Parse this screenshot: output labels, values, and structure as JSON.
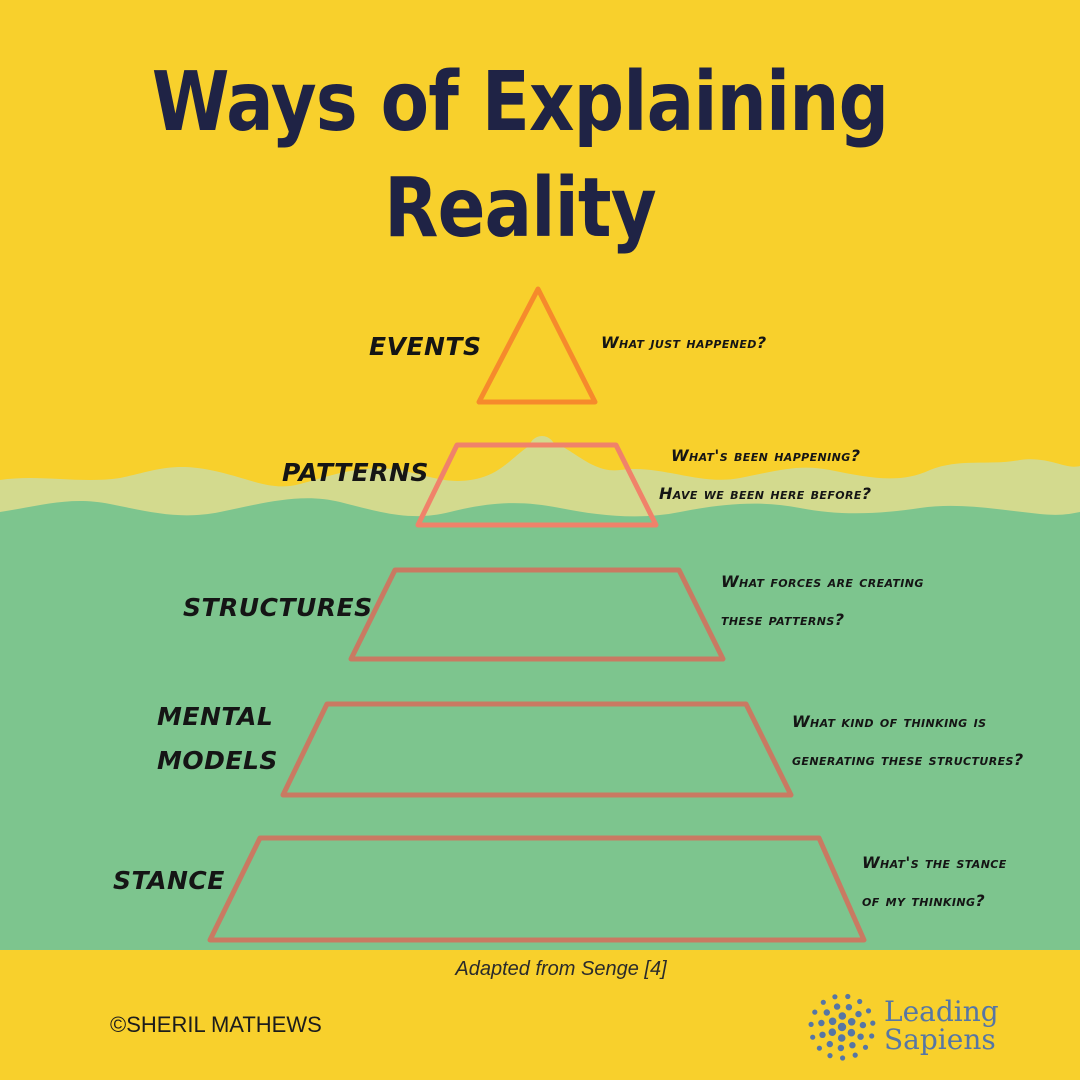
{
  "title": {
    "line1": "Ways of Explaining",
    "line2": "Reality"
  },
  "levels": [
    {
      "label": "EVENTS",
      "questions": [
        "What just happened?"
      ]
    },
    {
      "label": "PATTERNS",
      "questions": [
        "What's been happening?",
        "Have we been here before?"
      ]
    },
    {
      "label": "STRUCTURES",
      "questions": [
        "What forces are creating",
        "these patterns?"
      ]
    },
    {
      "label_lines": [
        "MENTAL",
        "MODELS"
      ],
      "questions": [
        "What kind of thinking is",
        "generating these structures?"
      ]
    },
    {
      "label": "STANCE",
      "questions": [
        "What's the stance",
        "of my thinking?"
      ]
    }
  ],
  "caption": "Adapted from Senge [4]",
  "copyright": "©SHERIL MATHEWS",
  "brand": {
    "line1": "Leading",
    "line2": "Sapiens",
    "icon": "dot-cluster-logo"
  },
  "colors": {
    "background": "#f8d02c",
    "water": "#7dc58e",
    "water_surface": "#d3da8e",
    "outline": "#c97a62",
    "events_outline": "#f68a2c",
    "title": "#1f2345",
    "brand": "#5676a5"
  }
}
